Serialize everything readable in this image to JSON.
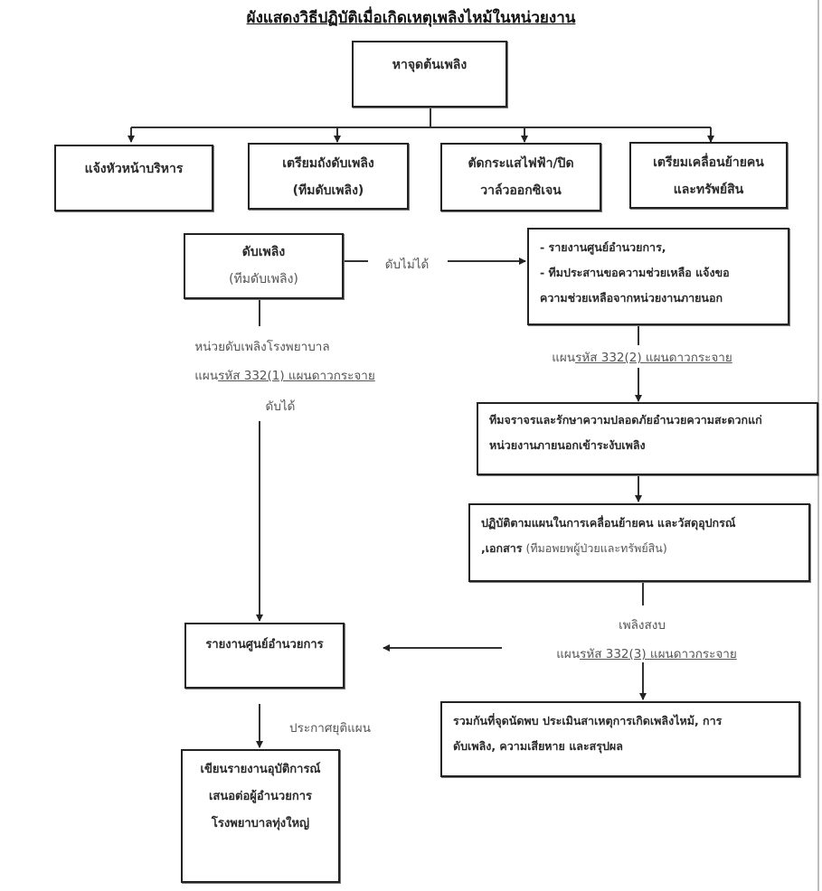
{
  "title": "ผังแสดงวิธีปฏิบัติเมื่อเกิดเหตุเพลิงไหม้ในหน่วยงาน",
  "nodes": {
    "find_source": "หาจุดต้นเพลิง",
    "notify_head": "แจ้งหัวหน้าบริหาร",
    "prepare_extinguisher": {
      "line1": "เตรียมถังดับเพลิง",
      "line2": "(ทีมดับเพลิง)"
    },
    "cut_power": {
      "line1": "ตัดกระแสไฟฟ้า/ปิด",
      "line2": "วาล์วออกซิเจน"
    },
    "prepare_evacuate": {
      "line1": "เตรียมเคลื่อนย้ายคน",
      "line2": "และทรัพย์สิน"
    },
    "extinguish": {
      "line1": "ดับเพลิง",
      "line2": "(ทีมดับเพลิง)"
    },
    "report_help": {
      "line1": "- รายงานศูนย์อำนวยการ,",
      "line2": "- ทีมประสานขอความช่วยเหลือ  แจ้งขอ",
      "line3": "ความช่วยเหลือจากหน่วยงานภายนอก"
    },
    "traffic_team": {
      "line1": "ทีมจราจรและรักษาความปลอดภัยอำนวยความสะดวกแก่",
      "line2": "หน่วยงานภายนอกเข้าระงับเพลิง"
    },
    "evacuation_plan": {
      "line1": "ปฏิบัติตามแผนในการเคลื่อนย้ายคน และวัสดุอุปกรณ์",
      "line2_bold": ",เอกสาร",
      "line2_light": " (ทีมอพยพผู้ป่วยและทรัพย์สิน)"
    },
    "report_center": "รายงานศูนย์อำนวยการ",
    "assemble": {
      "line1": "รวมกันที่จุดนัดพบ ประเมินสาเหตุการเกิดเพลิงไหม้, การ",
      "line2": "ดับเพลิง, ความเสียหาย และสรุปผล"
    },
    "write_report": {
      "line1": "เขียนรายงานอุบัติการณ์",
      "line2": "เสนอต่อผู้อำนวยการ",
      "line3": "โรงพยาบาลทุ่งใหญ่"
    }
  },
  "labels": {
    "cannot_extinguish": "ดับไม่ได้",
    "hospital_fire_unit": "หน่วยดับเพลิงโรงพยาบาล",
    "plan1_prefix": "แผน",
    "plan1_code": "รหัส 332(1) แผนดาวกระจาย",
    "can_extinguish": "ดับได้",
    "plan2_prefix": "แผน",
    "plan2_code": "รหัส 332(2) แผนดาวกระจาย",
    "fire_calm": "เพลิงสงบ",
    "plan3_prefix": "แผน",
    "plan3_code": "รหัส 332(3) แผนดาวกระจาย",
    "announce_end": "ประกาศยุติแผน"
  }
}
